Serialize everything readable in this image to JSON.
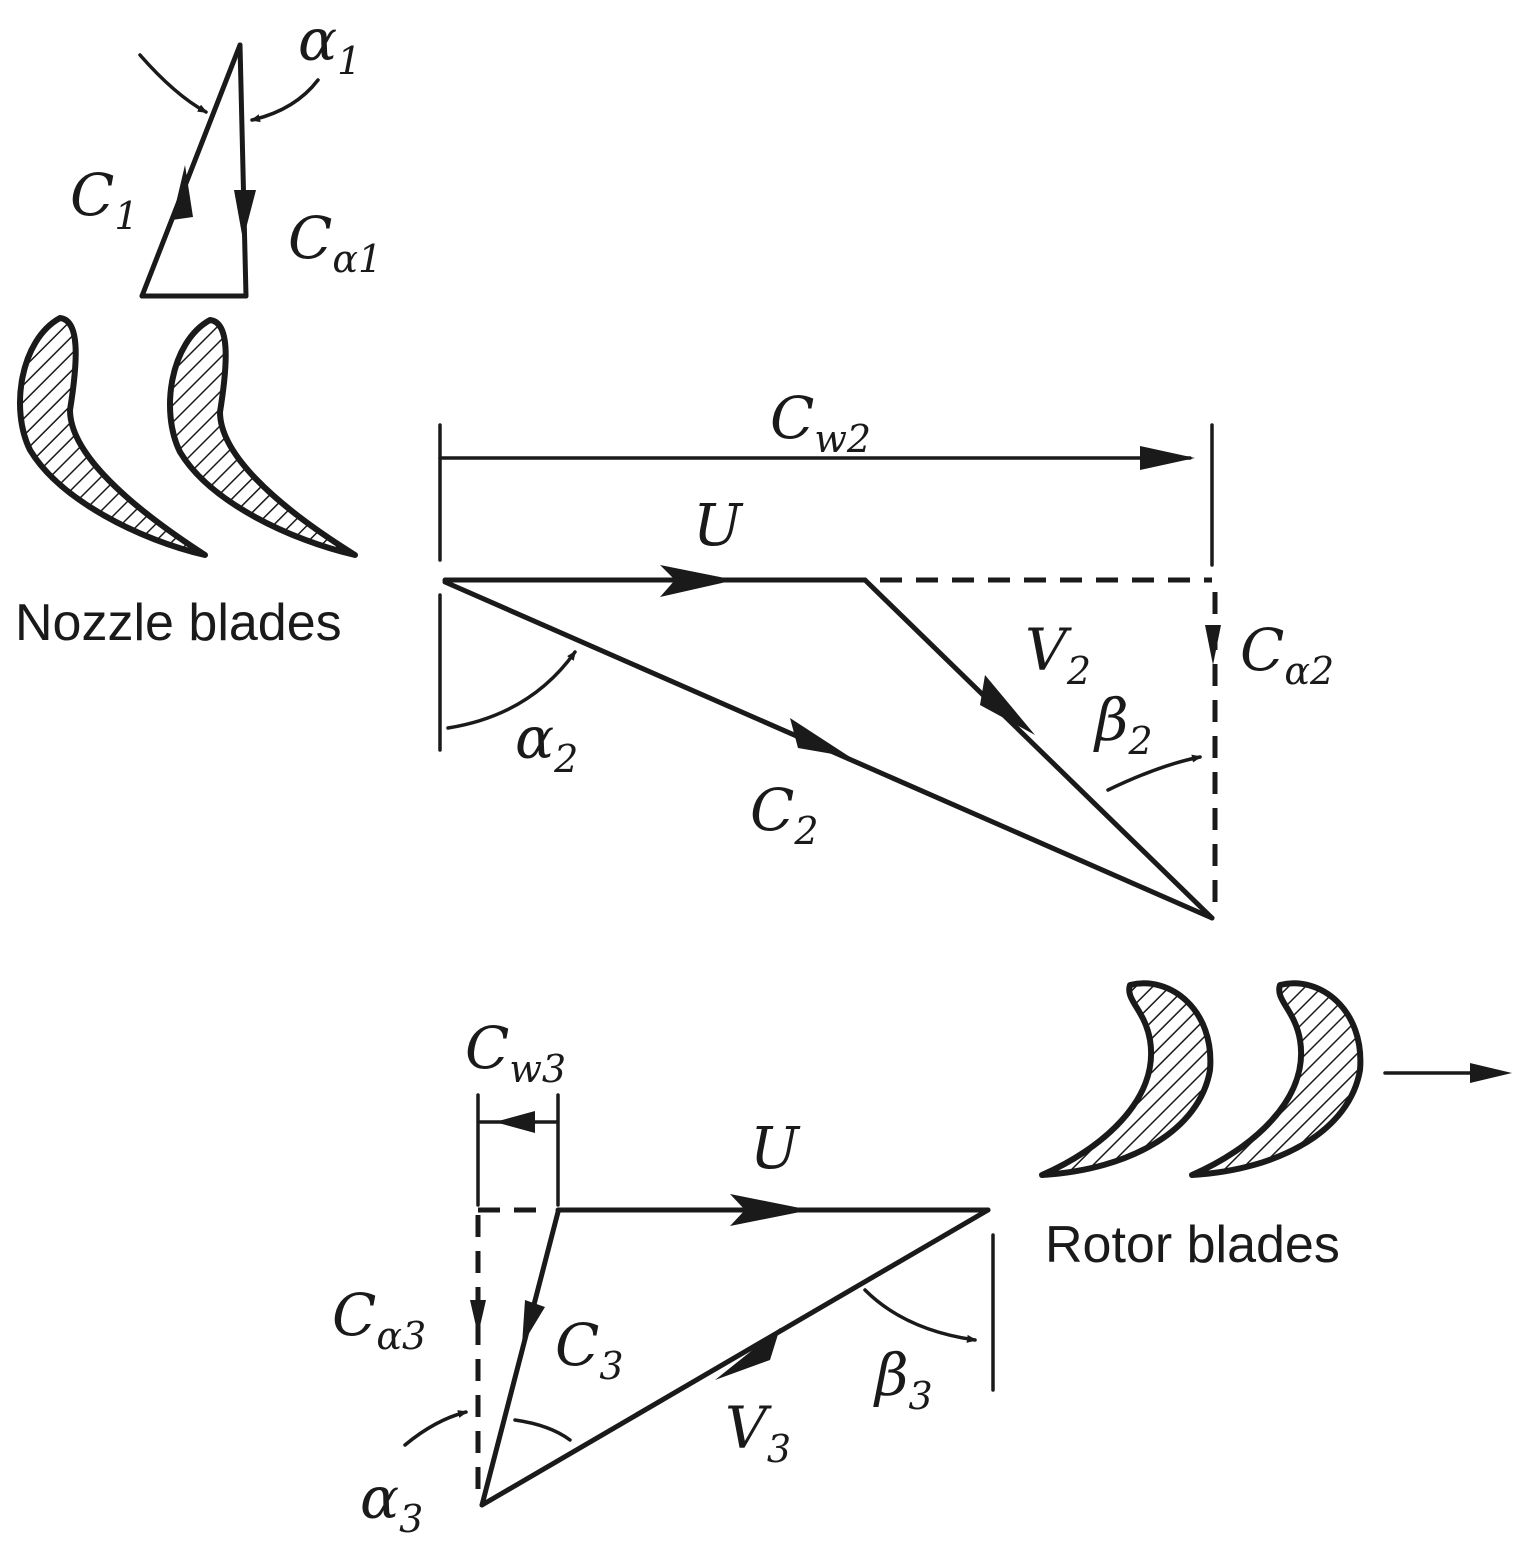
{
  "captions": {
    "nozzle": "Nozzle blades",
    "rotor": "Rotor blades"
  },
  "labels": {
    "alpha1": {
      "main": "α",
      "sub": "1"
    },
    "c1": {
      "main": "C",
      "sub": "1"
    },
    "ca1": {
      "main": "C",
      "sub": "α1"
    },
    "cw2": {
      "main": "C",
      "sub": "w2"
    },
    "u_top": {
      "main": "U",
      "sub": ""
    },
    "v2": {
      "main": "V",
      "sub": "2"
    },
    "ca2": {
      "main": "C",
      "sub": "α2"
    },
    "beta2": {
      "main": "β",
      "sub": "2"
    },
    "alpha2": {
      "main": "α",
      "sub": "2"
    },
    "c2": {
      "main": "C",
      "sub": "2"
    },
    "cw3": {
      "main": "C",
      "sub": "w3"
    },
    "u_bottom": {
      "main": "U",
      "sub": ""
    },
    "ca3": {
      "main": "C",
      "sub": "α3"
    },
    "c3": {
      "main": "C",
      "sub": "3"
    },
    "beta3": {
      "main": "β",
      "sub": "3"
    },
    "v3": {
      "main": "V",
      "sub": "3"
    },
    "alpha3": {
      "main": "α",
      "sub": "3"
    }
  },
  "colors": {
    "ink": "#1a1a1a",
    "background": "#ffffff"
  }
}
